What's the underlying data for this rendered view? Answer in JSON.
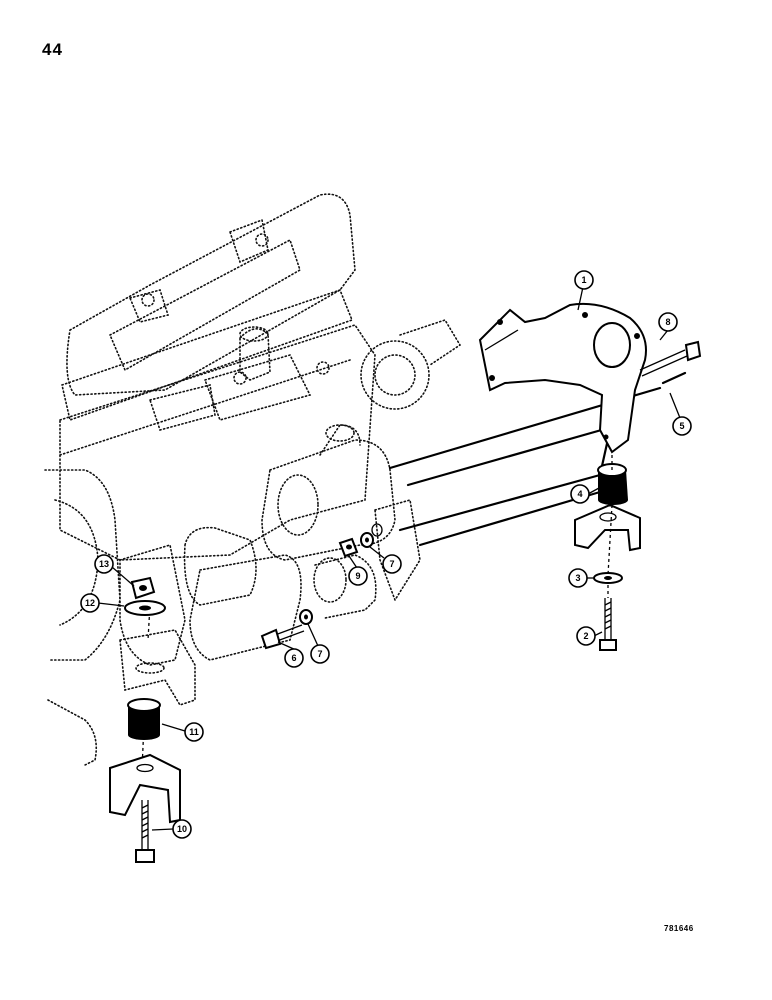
{
  "page": {
    "number": "44",
    "figure_code": "781646"
  },
  "callouts": [
    "1",
    "2",
    "3",
    "4",
    "5",
    "6",
    "7",
    "7",
    "8",
    "9",
    "10",
    "11",
    "12",
    "13"
  ]
}
